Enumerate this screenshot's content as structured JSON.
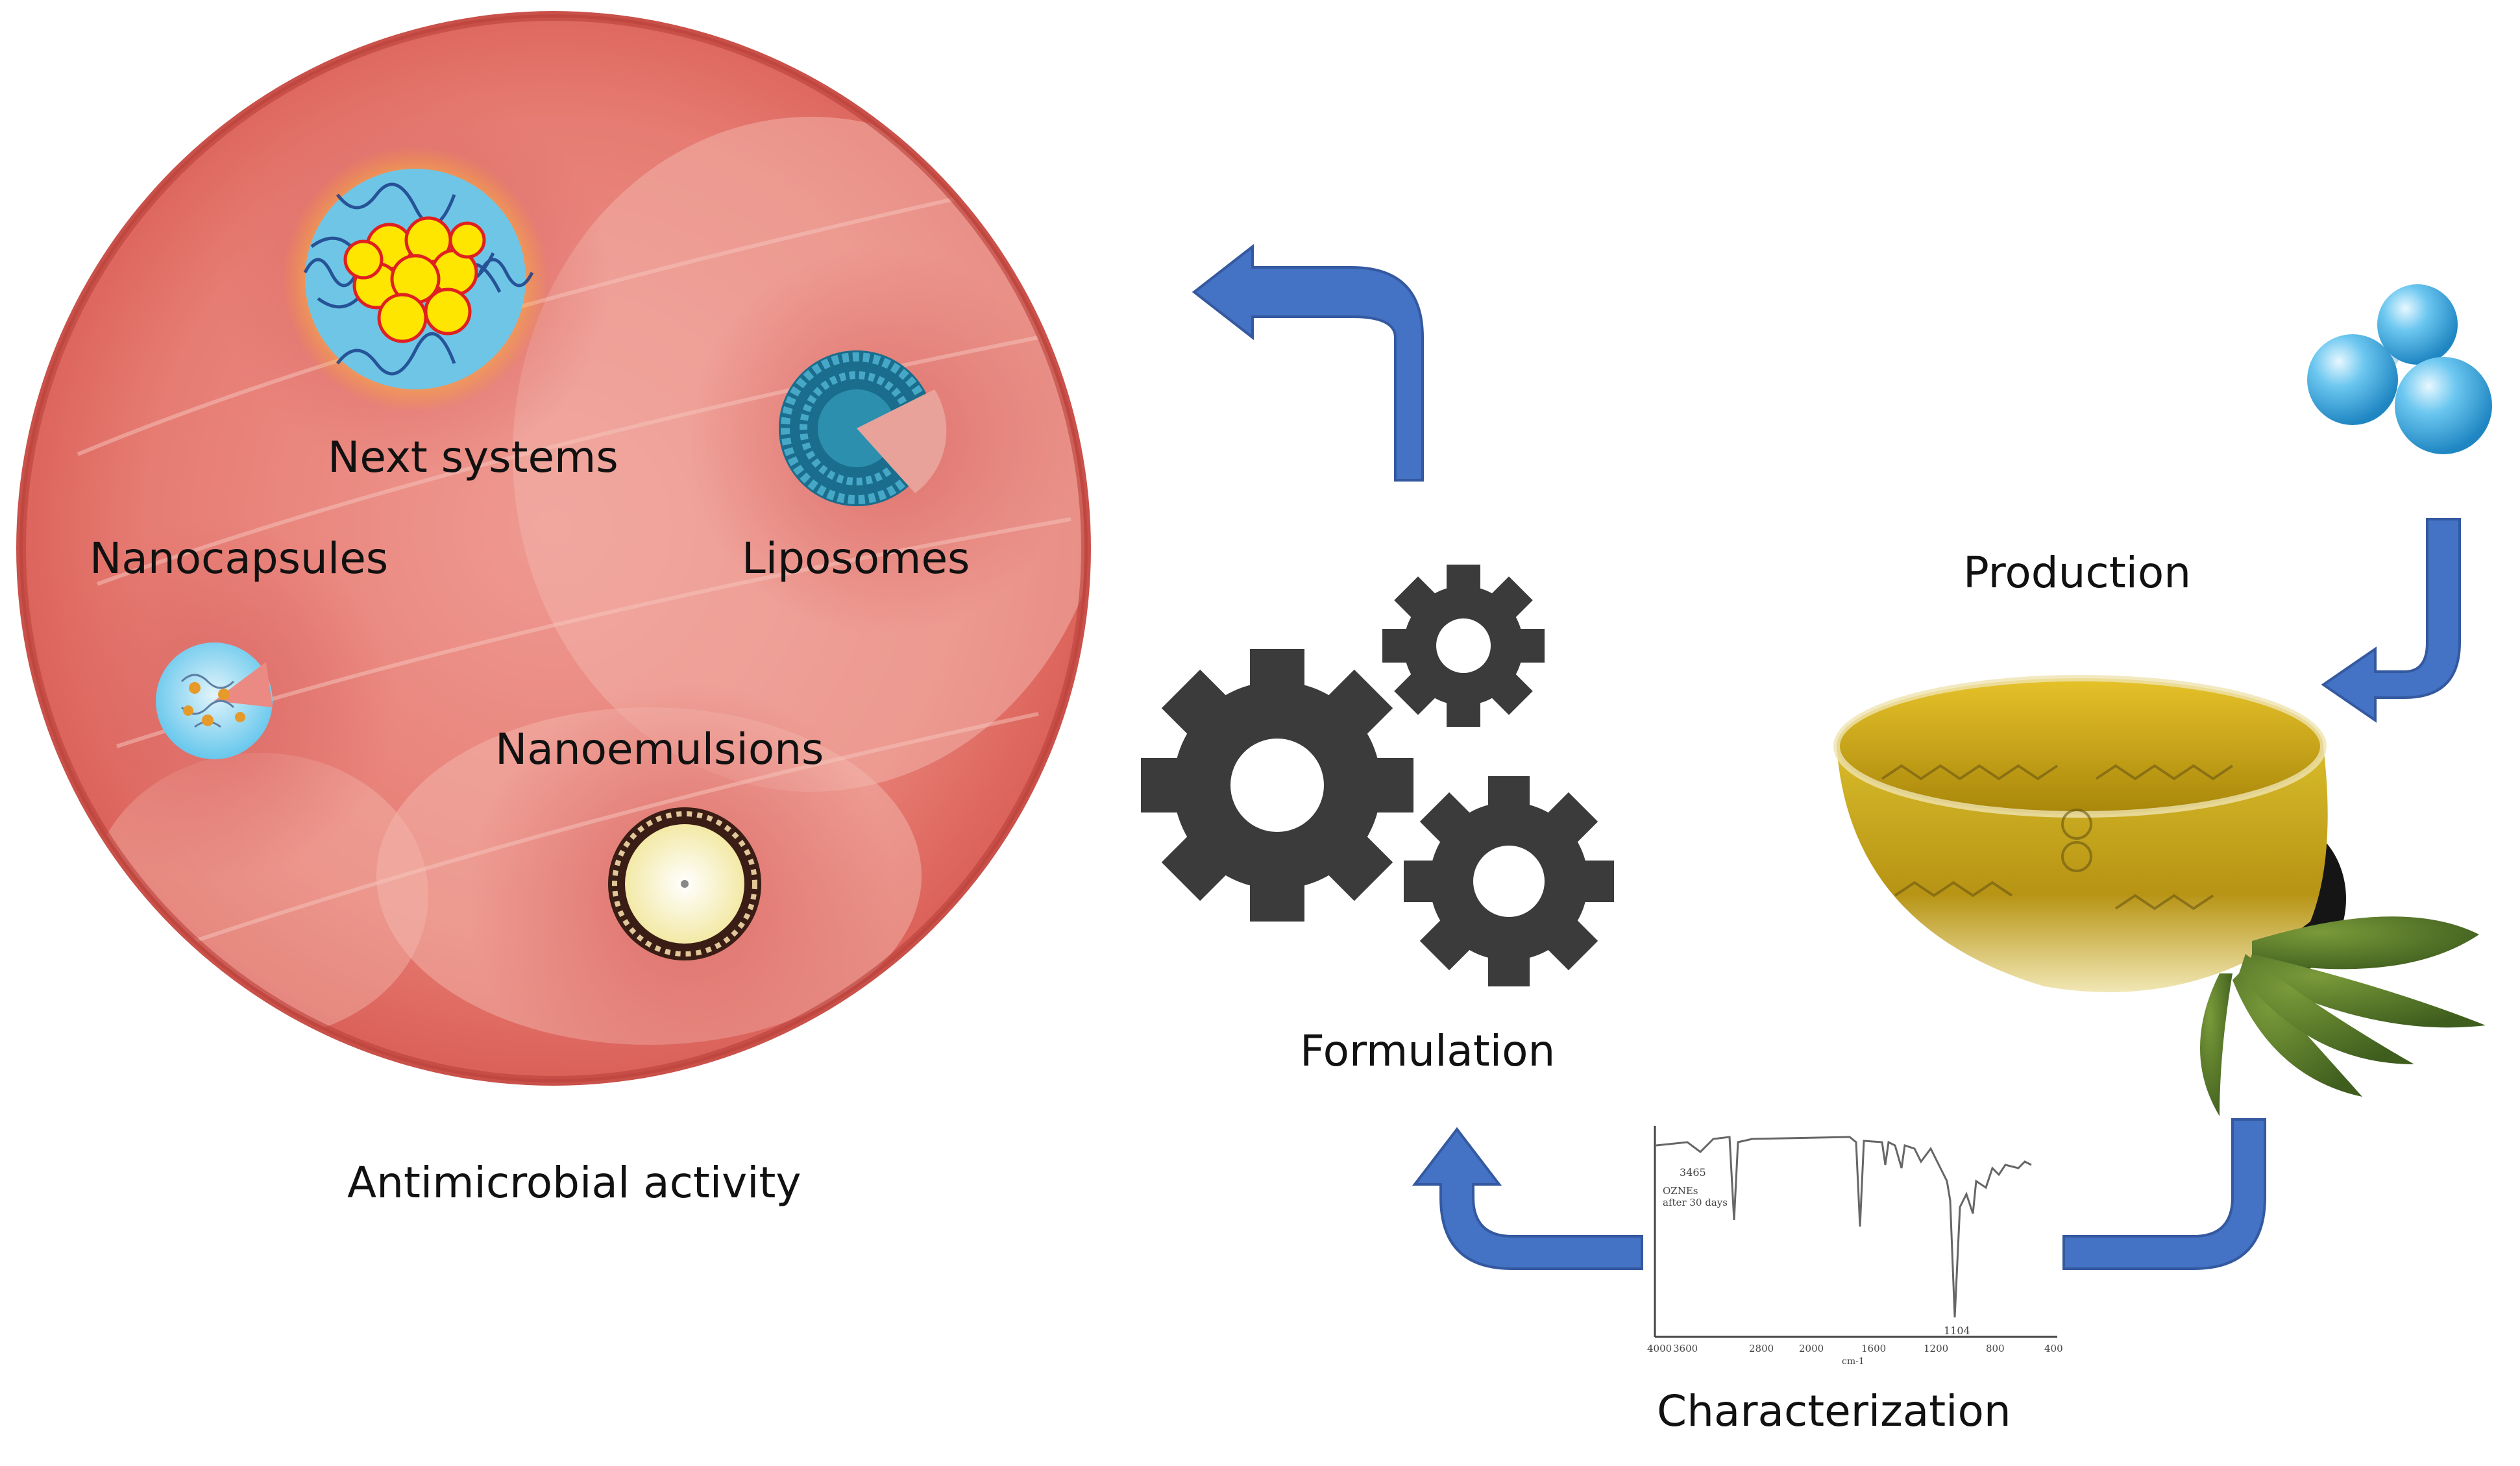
{
  "labels": {
    "next_systems": "Next systems",
    "nanocapsules": "Nanocapsules",
    "liposomes": "Liposomes",
    "nanoemulsions": "Nanoemulsions",
    "antimicrobial_activity": "Antimicrobial activity",
    "production": "Production",
    "formulation": "Formulation",
    "characterization": "Characterization"
  },
  "spectrum": {
    "annotation_peak": "3465",
    "annotation_sample_line1": "OZNEs",
    "annotation_sample_line2": "after 30 days",
    "annotation_main_peak": "1104",
    "x_ticks": [
      "4000",
      "3600",
      "2800",
      "2000",
      "1600",
      "1200",
      "800",
      "400"
    ],
    "x_unit": "cm-1"
  },
  "colors": {
    "arrow_blue": "#4472c4",
    "plate_red": "#e2706b",
    "gear_gray": "#3b3b3b",
    "oil_gold": "#c9a10f"
  }
}
